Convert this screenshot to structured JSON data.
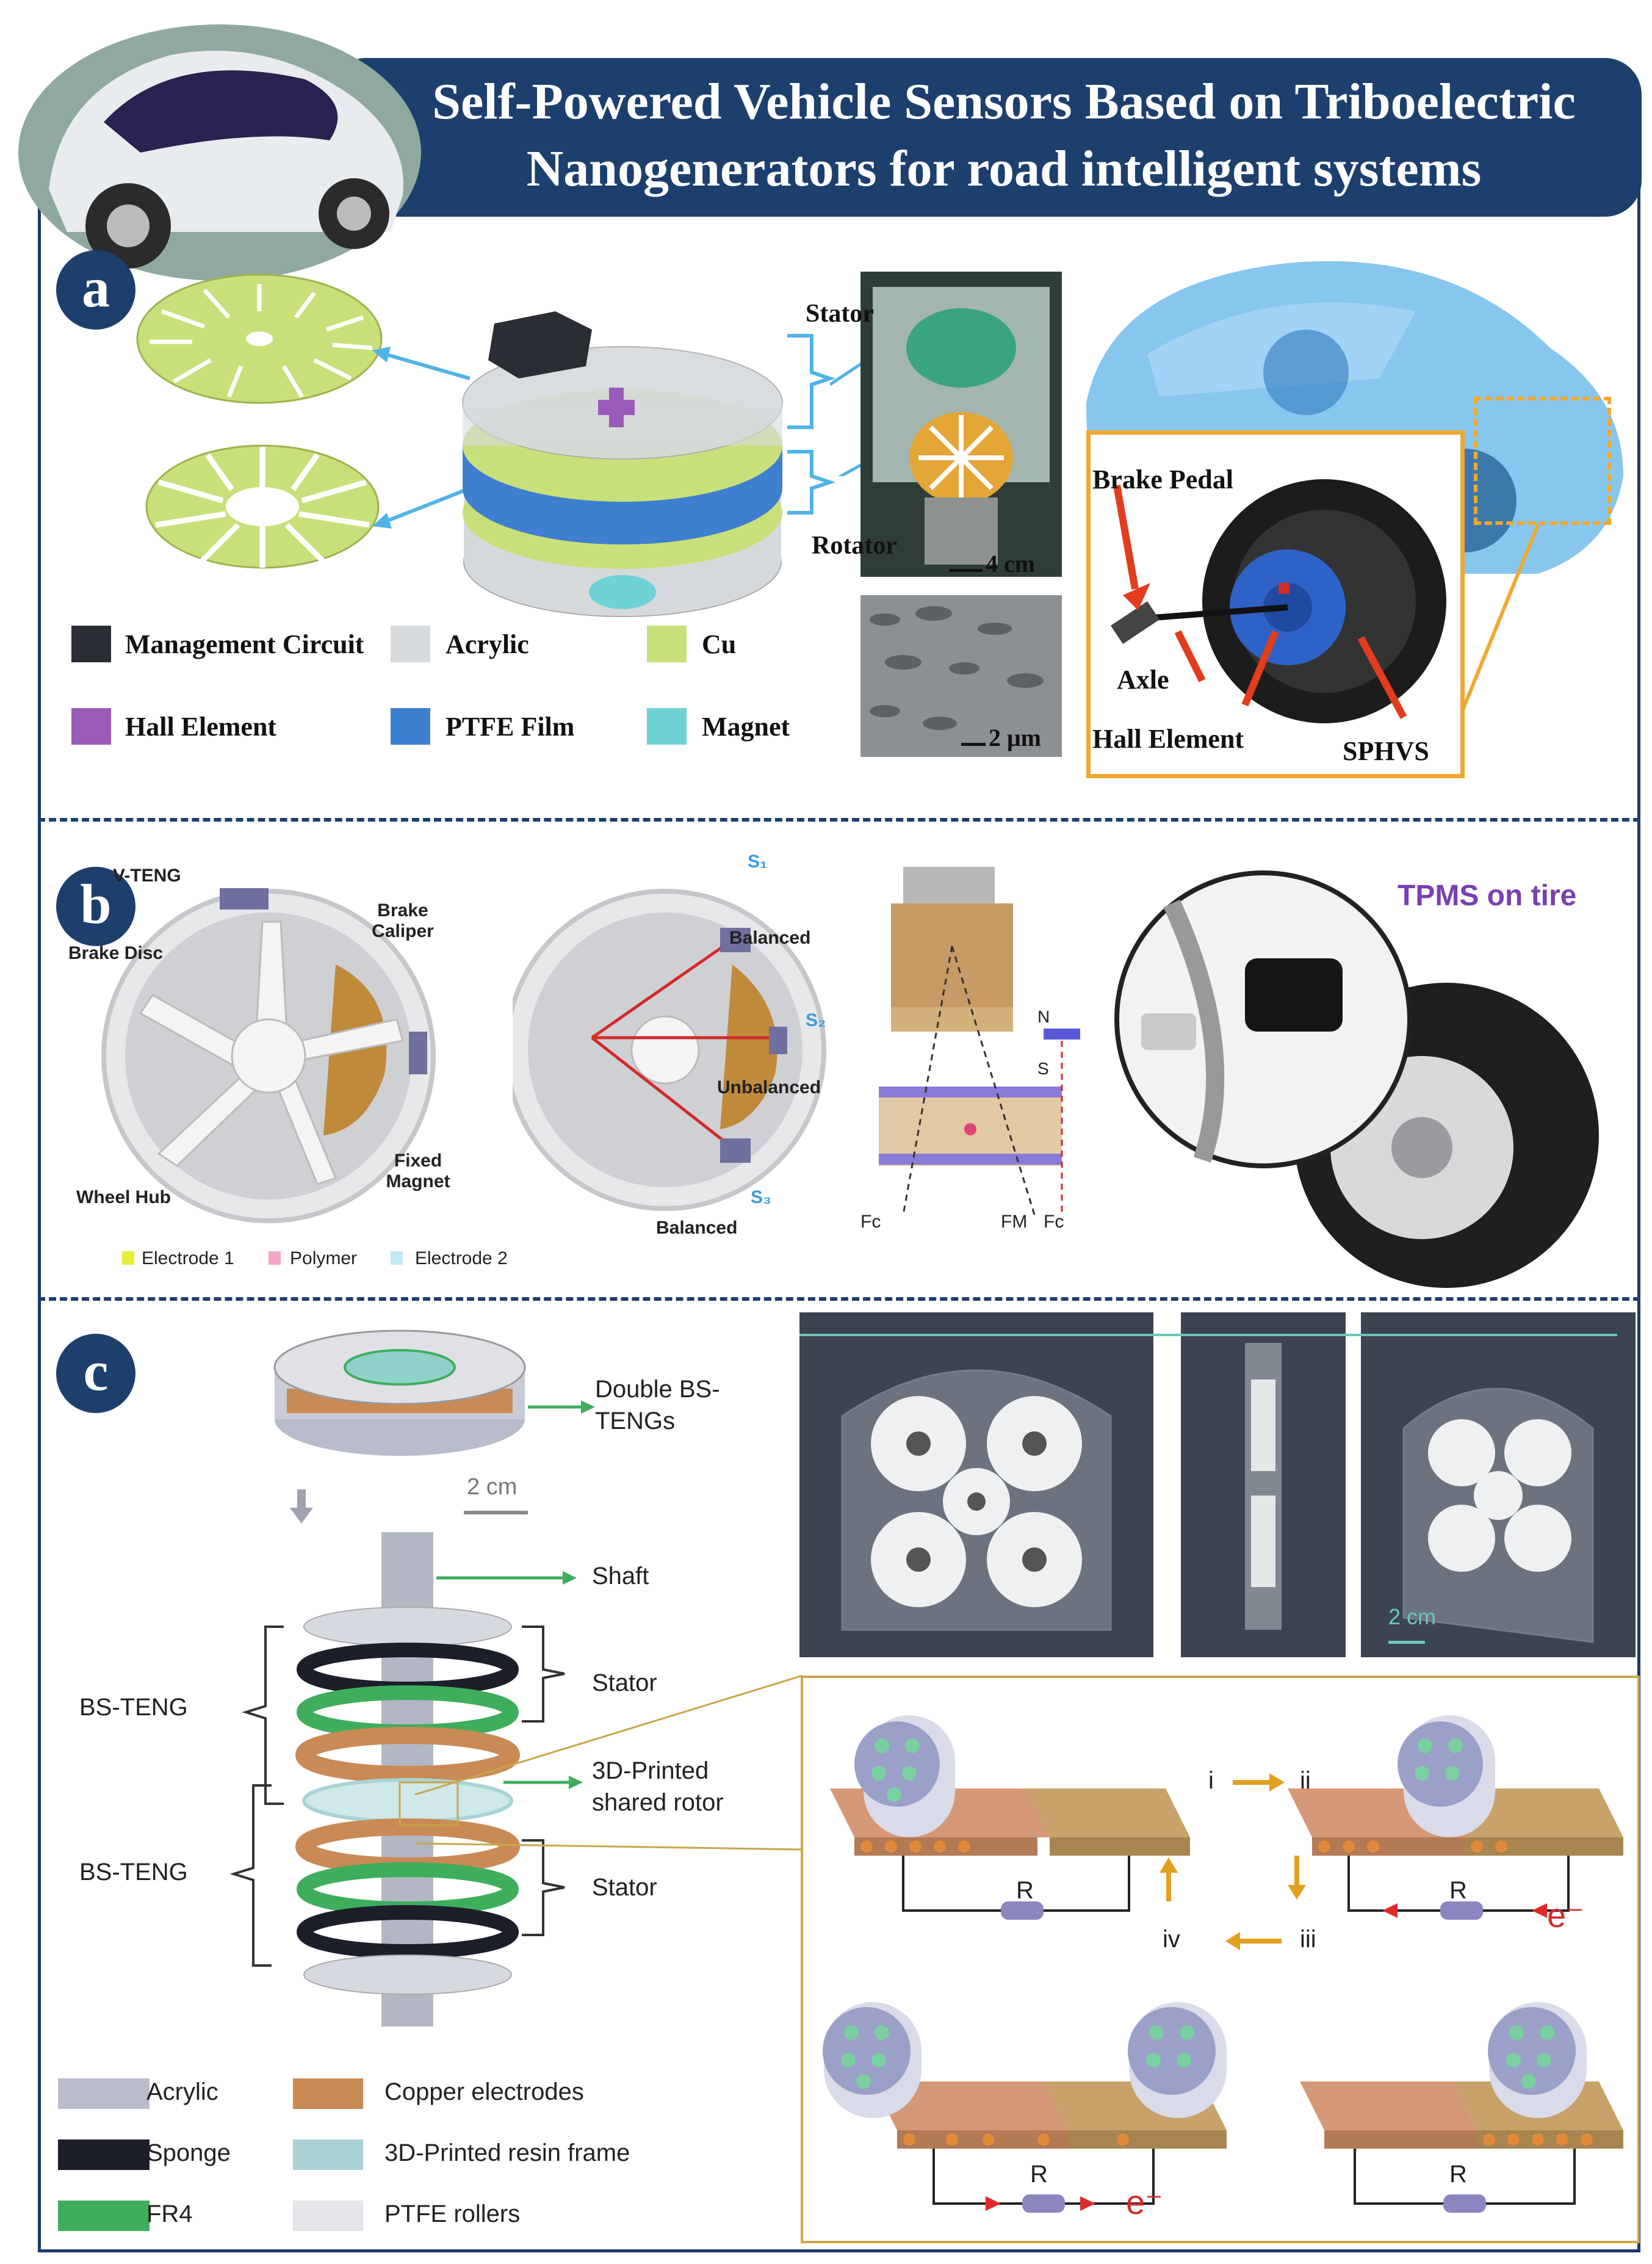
{
  "title": {
    "line1": "Self-Powered Vehicle Sensors Based on Triboelectric",
    "line2": "Nanogenerators for road intelligent systems"
  },
  "panels": {
    "a": "a",
    "b": "b",
    "c": "c"
  },
  "panel_a": {
    "stator": "Stator",
    "rotator": "Rotator",
    "scale_cm": "4 cm",
    "scale_um": "2 μm",
    "brake_pedal": "Brake Pedal",
    "axle": "Axle",
    "hall_element_callout": "Hall Element",
    "sphvs": "SPHVS",
    "legend": [
      {
        "label": "Management Circuit",
        "color": "#2a2d33"
      },
      {
        "label": "Acrylic",
        "color": "#d7dadd"
      },
      {
        "label": "Cu",
        "color": "#c8e07a"
      },
      {
        "label": "Hall Element",
        "color": "#9a5bb8"
      },
      {
        "label": "PTFE Film",
        "color": "#3f7fcf"
      },
      {
        "label": "Magnet",
        "color": "#6fd3d6"
      }
    ]
  },
  "panel_b": {
    "v_teng": "V-TENG",
    "brake_caliper": "Brake Caliper",
    "brake_disc": "Brake Disc",
    "fixed_magnet": "Fixed Magnet",
    "wheel_hub": "Wheel Hub",
    "s1": "S₁",
    "s2": "S₂",
    "s3": "S₃",
    "balanced_top": "Balanced",
    "unbalanced": "Unbalanced",
    "balanced_bottom": "Balanced",
    "n": "N",
    "s": "S",
    "fc_left": "Fc",
    "fm": "FM",
    "fc_right": "Fc",
    "tpms": "TPMS on tire",
    "legend": [
      {
        "label": "Electrode 1",
        "color": "#e6f03a"
      },
      {
        "label": "Polymer",
        "color": "#f3a6c8"
      },
      {
        "label": "Electrode 2",
        "color": "#bfe9f6"
      }
    ]
  },
  "panel_c": {
    "double_bs": "Double BS-TENGs",
    "scale_2cm": "2 cm",
    "shaft": "Shaft",
    "stator_top": "Stator",
    "bs_teng_top": "BS-TENG",
    "rotor": "3D-Printed shared rotor",
    "bs_teng_bottom": "BS-TENG",
    "stator_bottom": "Stator",
    "photo_scale": "2 cm",
    "steps": {
      "i": "i",
      "ii": "ii",
      "iii": "iii",
      "iv": "iv"
    },
    "resistor": "R",
    "electron": "e⁻",
    "legend": [
      {
        "label": "Acrylic",
        "color": "#b9bccc"
      },
      {
        "label": "Copper electrodes",
        "color": "#c98a55"
      },
      {
        "label": "Sponge",
        "color": "#1c1f2a"
      },
      {
        "label": "3D-Printed resin frame",
        "color": "#a9d3d6"
      },
      {
        "label": "FR4",
        "color": "#3fae5c"
      },
      {
        "label": "PTFE rollers",
        "color": "#e4e6ea"
      }
    ]
  }
}
